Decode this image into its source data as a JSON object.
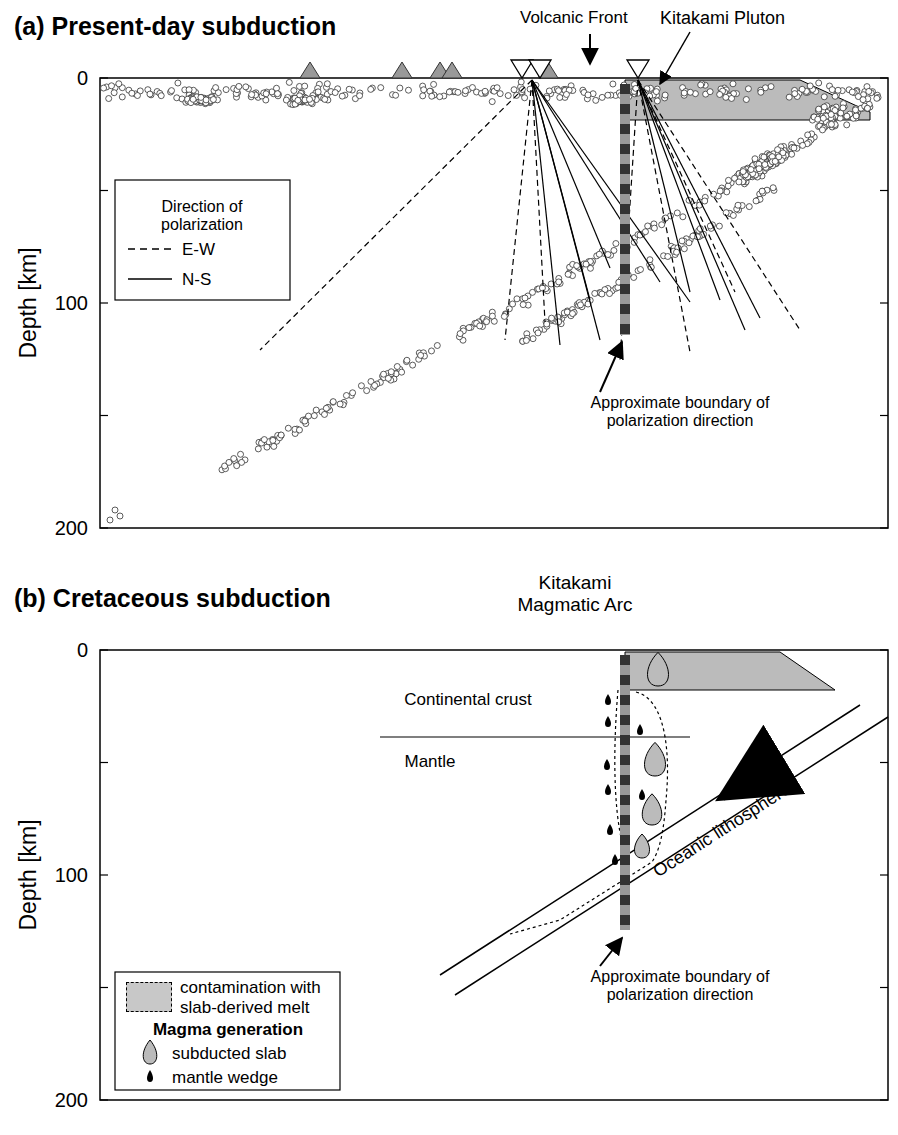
{
  "diagram": {
    "labels": [
      "(a) Present-day subduction",
      "Volcanic Front",
      "Kitakami Pluton",
      "0",
      "100",
      "200",
      "Depth [km]",
      "Direction of polarization",
      "Approximate boundary of polarization direction",
      "(b) Cretaceous subduction",
      "Kitakami Magmatic Arc",
      "0",
      "100",
      "200",
      "Depth [km]",
      "Continental crust",
      "Mantle",
      "Oceanic lithosphere",
      "Magma generation",
      "Approximate boundary of polarization direction"
    ],
    "legend": [
      {
        "text": "E-W"
      },
      {
        "text": "N-S"
      },
      {
        "text": "contamination with slab-derived melt",
        "color": "#c8c8c8"
      },
      {
        "text": "subducted slab"
      },
      {
        "text": "mantle wedge"
      }
    ]
  }
}
